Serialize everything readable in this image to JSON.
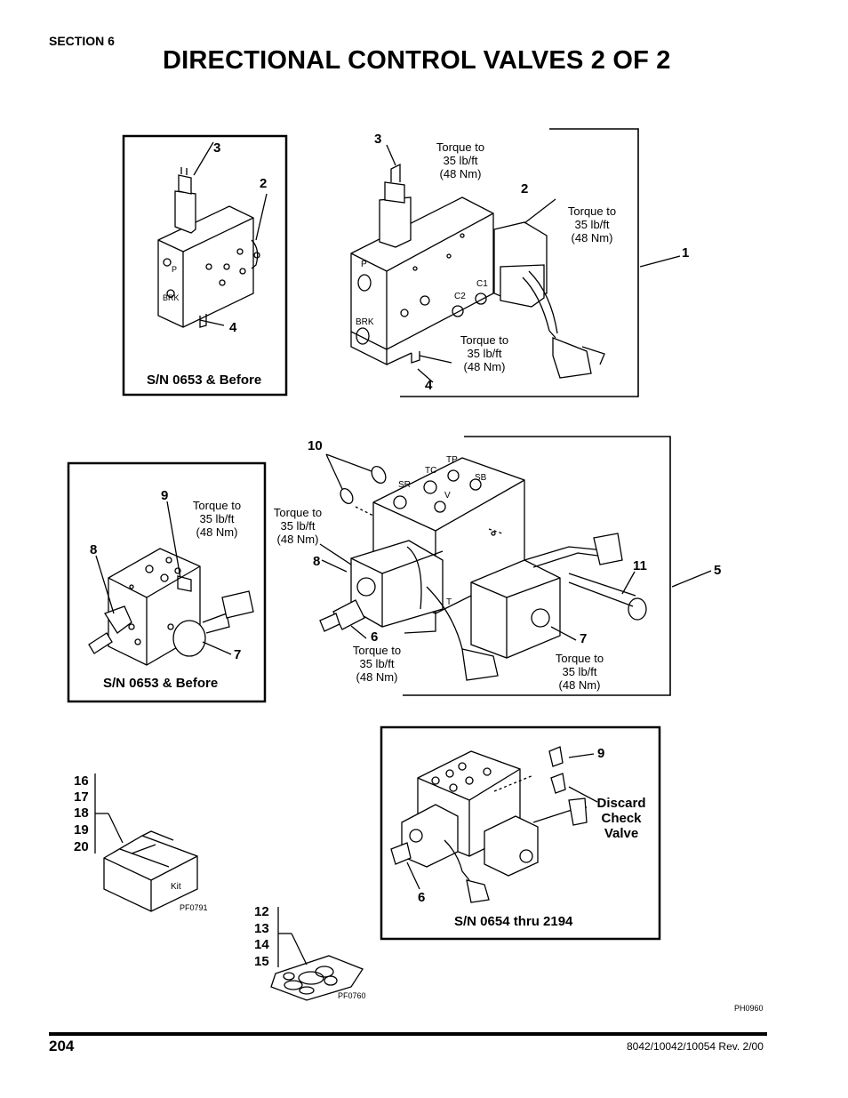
{
  "header": {
    "section": "SECTION 6",
    "title": "DIRECTIONAL CONTROL VALVES 2 OF 2"
  },
  "torque": {
    "line1": "Torque to",
    "line2": "35 lb/ft",
    "line3": "(48 Nm)"
  },
  "panels": {
    "top_left_caption": "S/N 0653 & Before",
    "mid_left_caption": "S/N 0653 & Before",
    "bottom_right_caption": "S/N 0654 thru 2194"
  },
  "callouts": {
    "c1": "1",
    "c2": "2",
    "c3": "3",
    "c4": "4",
    "c5": "5",
    "c6": "6",
    "c7": "7",
    "c8": "8",
    "c9": "9",
    "c10": "10",
    "c11": "11",
    "c12": "12",
    "c13": "13",
    "c14": "14",
    "c15": "15",
    "c16": "16",
    "c17": "17",
    "c18": "18",
    "c19": "19",
    "c20": "20"
  },
  "discard": {
    "line1": "Discard",
    "line2": "Check",
    "line3": "Valve"
  },
  "port_labels": {
    "p": "P",
    "brk": "BRK",
    "c1": "C1",
    "c2": "C2",
    "sr": "SR",
    "tc": "TC",
    "tp": "TP",
    "sb": "SB",
    "v": "V",
    "t": "T",
    "kit": "Kit"
  },
  "figure_codes": {
    "kit_box": "PF0791",
    "seal_kit": "PF0760",
    "page_fig": "PH0960"
  },
  "footer": {
    "page_number": "204",
    "revision": "8042/10042/10054 Rev. 2/00"
  }
}
